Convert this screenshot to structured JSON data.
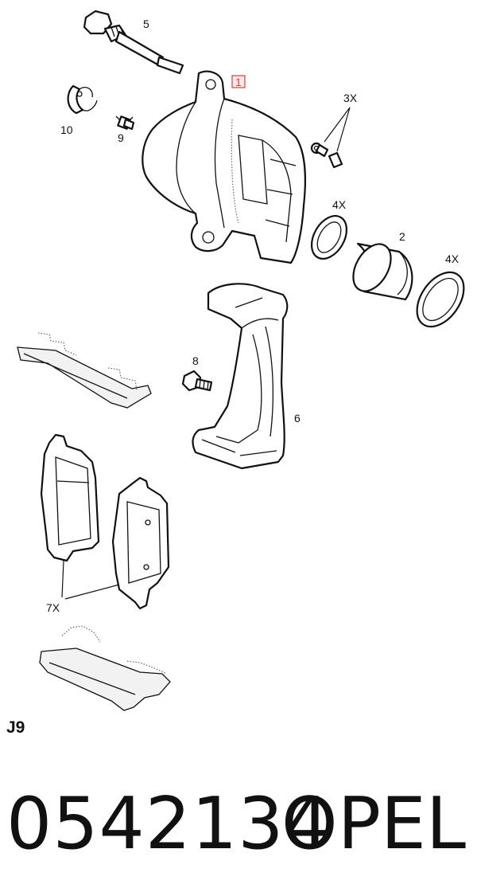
{
  "callouts": {
    "c1": "1",
    "c2": "2",
    "c3": "3X",
    "c4a": "4X",
    "c4b": "4X",
    "c5": "5",
    "c6": "6",
    "c7": "7X",
    "c8": "8",
    "c9": "9",
    "c10": "10"
  },
  "section_code": "J9",
  "part_number": "0542134",
  "brand": "OPEL",
  "colors": {
    "callout_box": "#e23b3b"
  }
}
